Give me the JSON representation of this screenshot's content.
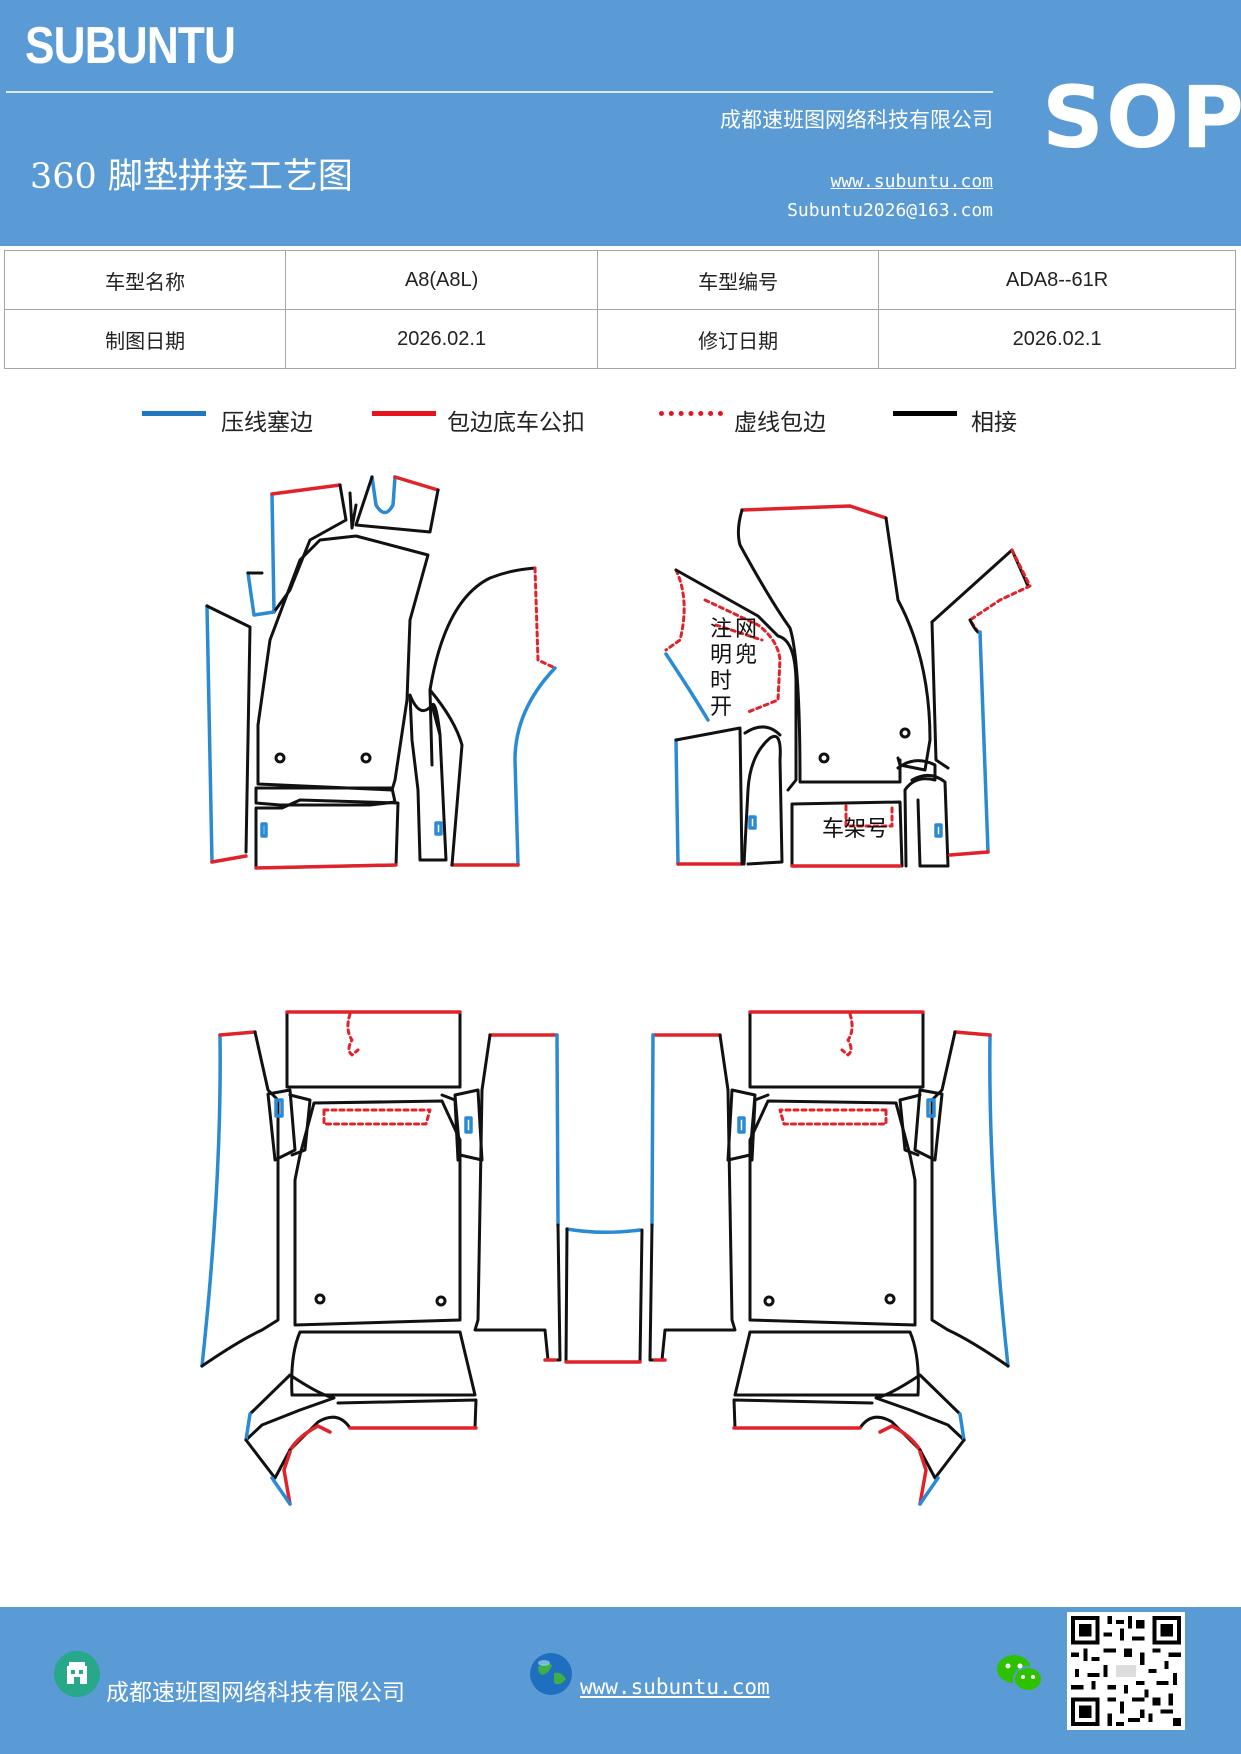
{
  "header": {
    "brand": "SUBUNTU",
    "company": "成都速班图网络科技有限公司",
    "title": "360 脚垫拼接工艺图",
    "website": "www.subuntu.com",
    "email": "Subuntu2026@163.com",
    "badge": "SOP"
  },
  "info_table": {
    "rows": [
      [
        {
          "label": "车型名称"
        },
        {
          "value": "A8(A8L)"
        },
        {
          "label": "车型编号"
        },
        {
          "value": "ADA8--61R"
        }
      ],
      [
        {
          "label": "制图日期"
        },
        {
          "value": "2026.02.1"
        },
        {
          "label": "修订日期"
        },
        {
          "value": "2026.02.1"
        }
      ]
    ]
  },
  "legend": [
    {
      "label": "压线塞边",
      "color": "#1f78c1",
      "style": "solid"
    },
    {
      "label": "包边底车公扣",
      "color": "#e8141d",
      "style": "solid"
    },
    {
      "label": "虚线包边",
      "color": "#e8141d",
      "style": "dotted"
    },
    {
      "label": "相接",
      "color": "#000000",
      "style": "solid"
    }
  ],
  "diagram": {
    "note_chars": [
      "注",
      "网",
      "明",
      "兜",
      "时",
      "开"
    ],
    "frame_label": "车架号",
    "colors": {
      "press": "#2b8ad4",
      "wrap": "#e0232a",
      "joint": "#111111"
    }
  },
  "footer": {
    "company": "成都速班图网络科技有限公司",
    "website": "www.subuntu.com",
    "icons": [
      "building-icon",
      "globe-icon",
      "wechat-icon",
      "qr-code"
    ]
  }
}
